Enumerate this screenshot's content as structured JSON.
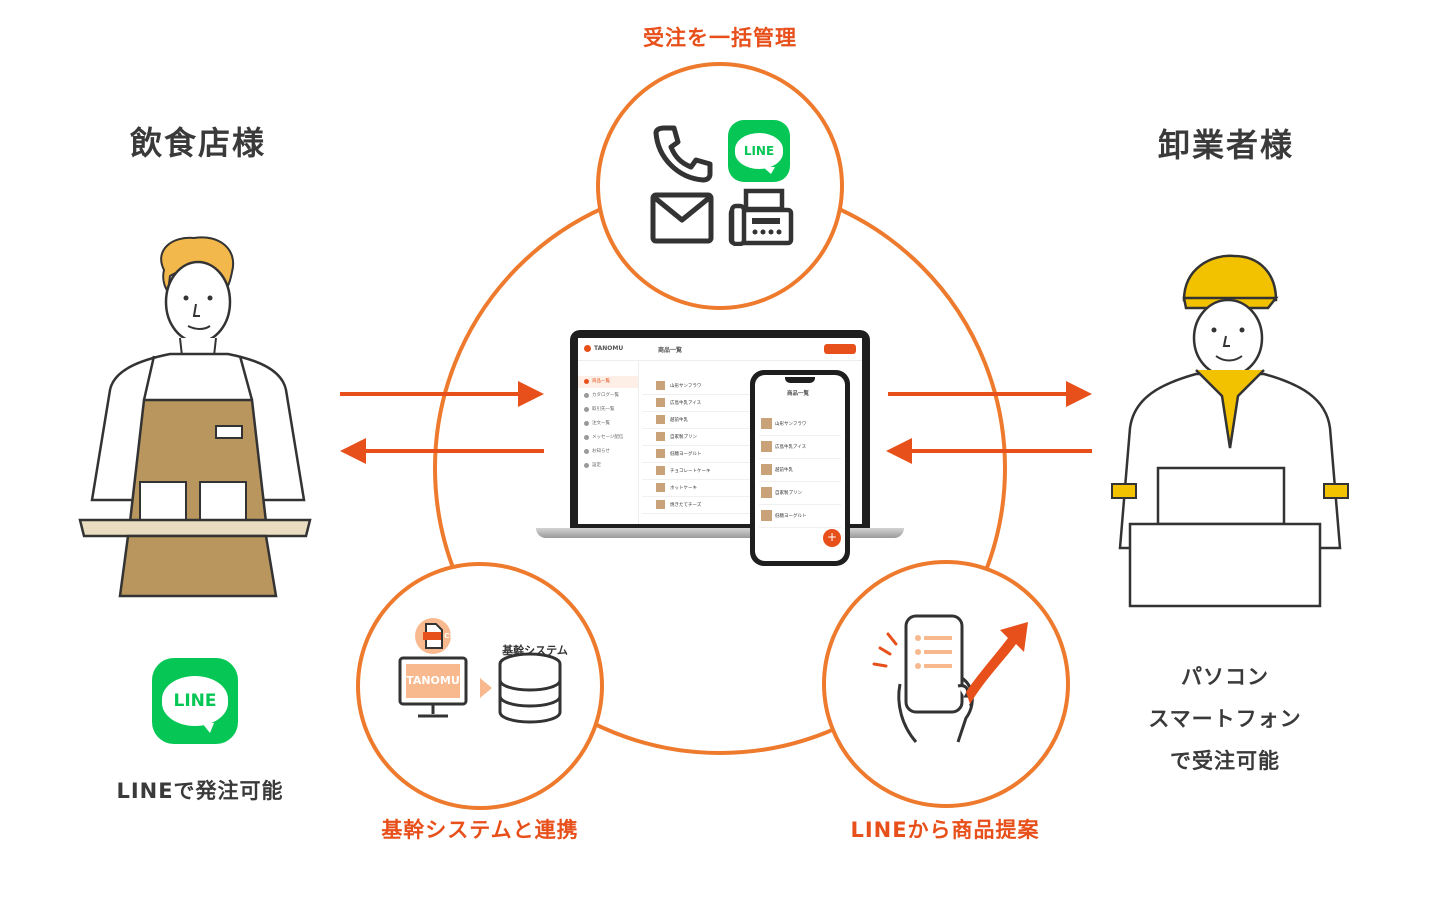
{
  "top_label": "受注を一括管理",
  "left": {
    "title": "飲食店様",
    "line_logo": "LINE",
    "caption": "LINEで発注可能"
  },
  "right": {
    "title": "卸業者様",
    "caption_lines": [
      "パソコン",
      "スマートフォン",
      "で受注可能"
    ]
  },
  "top_circle": {
    "icons": [
      "phone-icon",
      "line-icon",
      "mail-icon",
      "fax-icon"
    ],
    "line_logo": "LINE"
  },
  "bottom_left_circle": {
    "label": "基幹システムと連携",
    "csv_badge": "CSV",
    "monitor_label": "TANOMU",
    "db_label": "基幹システム"
  },
  "bottom_right_circle": {
    "label": "LINEから商品提案"
  },
  "laptop": {
    "brand": "TANOMU",
    "page_title": "商品一覧",
    "menu": [
      "商品一覧",
      "カタログ一覧",
      "取引先一覧",
      "注文一覧",
      "メッセージ配信",
      "お知らせ",
      "設定"
    ],
    "products": [
      "山形サンフラワ",
      "広島牛乳アイス",
      "越前牛乳",
      "自家製プリン",
      "低糖ヨーグルト",
      "チョコレートケーキ",
      "ホットケーキ",
      "焼きたてチーズ"
    ]
  },
  "phone": {
    "page_title": "商品一覧",
    "products": [
      "山形サンフラワ",
      "広島牛乳アイス",
      "越前牛乳",
      "自家製プリン",
      "低糖ヨーグルト"
    ]
  },
  "colors": {
    "accent": "#e8501b",
    "ring": "#ee7a2d",
    "line_green": "#06c755",
    "apron": "#b8965e",
    "cap_yellow": "#f2c200"
  }
}
